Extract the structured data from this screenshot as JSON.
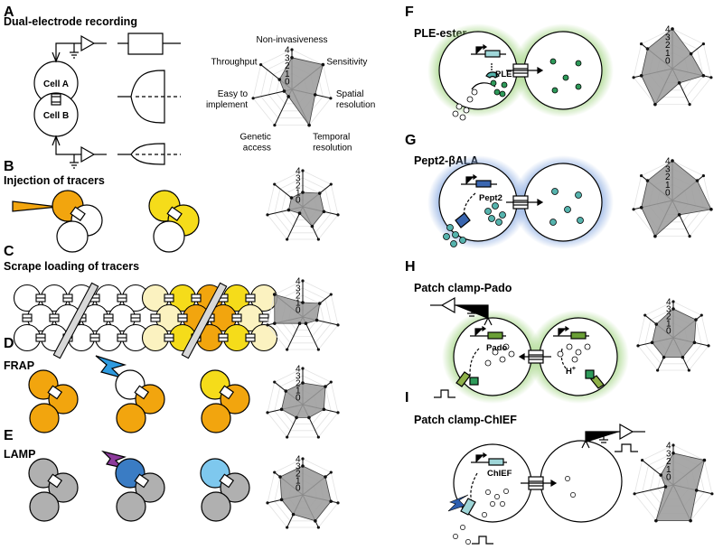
{
  "figure": {
    "panels": {
      "A": {
        "label": "A",
        "title": "Dual-electrode recording",
        "cell_a": "Cell A",
        "cell_b": "Cell B"
      },
      "B": {
        "label": "B",
        "title": "Injection of tracers"
      },
      "C": {
        "label": "C",
        "title": "Scrape loading of tracers"
      },
      "D": {
        "label": "D",
        "title": "FRAP"
      },
      "E": {
        "label": "E",
        "title": "LAMP"
      },
      "F": {
        "label": "F",
        "title": "PLE-ester",
        "protein": "PLE"
      },
      "G": {
        "label": "G",
        "title": "Pept2-βALA",
        "protein": "Pept2"
      },
      "H": {
        "label": "H",
        "title": "Patch clamp-Pado",
        "protein": "Pado",
        "ion": "H",
        "ion_sup": "+"
      },
      "I": {
        "label": "I",
        "title": "Patch clamp-ChIEF",
        "protein": "ChIEF"
      }
    },
    "colors": {
      "orange": "#f2a50e",
      "yellow": "#f5dc1a",
      "pale_yellow": "#fbf2c0",
      "gray_cell": "#b0b0b0",
      "blue_cell": "#3a7cc4",
      "light_blue_cell": "#7ec8ee",
      "flash_blue": "#2e9be0",
      "flash_purple": "#8c3a9b",
      "green_glow": "#9dd27c",
      "blue_glow": "#86a8e0",
      "teal_dot": "#55b3ad",
      "green_dot": "#2e9a5a",
      "radar_fill": "#9c9c9c"
    }
  },
  "chart_data": [
    {
      "panel": "A",
      "type": "radar",
      "axes": [
        "Non-invasiveness",
        "Sensitivity",
        "Spatial resolution",
        "Temporal resolution",
        "Genetic access",
        "Easy to implement",
        "Throughput"
      ],
      "axis_label_lines": [
        [
          "Non-invasiveness"
        ],
        [
          "Sensitivity"
        ],
        [
          "Spatial",
          "resolution"
        ],
        [
          "Temporal",
          "resolution"
        ],
        [
          "Genetic",
          "access"
        ],
        [
          "Easy to",
          "implement"
        ],
        [
          "Throughput"
        ]
      ],
      "ticks": [
        0,
        1,
        2,
        3,
        4
      ],
      "range": [
        -1,
        4
      ],
      "values": [
        3,
        4,
        2,
        4,
        0,
        0,
        1
      ]
    },
    {
      "panel": "B",
      "type": "radar",
      "axes": [
        "Non-invasiveness",
        "Sensitivity",
        "Spatial resolution",
        "Temporal resolution",
        "Genetic access",
        "Easy to implement",
        "Throughput"
      ],
      "ticks": [
        0,
        1,
        2,
        3,
        4
      ],
      "range": [
        -1,
        4
      ],
      "values": [
        1,
        2,
        2,
        2,
        0,
        1,
        1
      ]
    },
    {
      "panel": "C",
      "type": "radar",
      "axes": [
        "Non-invasiveness",
        "Sensitivity",
        "Spatial resolution",
        "Temporal resolution",
        "Genetic access",
        "Easy to implement",
        "Throughput"
      ],
      "ticks": [
        0,
        1,
        2,
        3,
        4
      ],
      "range": [
        -1,
        4
      ],
      "values": [
        1,
        2,
        1,
        0,
        0,
        3,
        4
      ]
    },
    {
      "panel": "D",
      "type": "radar",
      "axes": [
        "Non-invasiveness",
        "Sensitivity",
        "Spatial resolution",
        "Temporal resolution",
        "Genetic access",
        "Easy to implement",
        "Throughput"
      ],
      "ticks": [
        0,
        1,
        2,
        3,
        4
      ],
      "range": [
        -1,
        4
      ],
      "values": [
        2,
        3,
        2,
        1,
        1,
        2,
        2
      ]
    },
    {
      "panel": "E",
      "type": "radar",
      "axes": [
        "Non-invasiveness",
        "Sensitivity",
        "Spatial resolution",
        "Temporal resolution",
        "Genetic access",
        "Easy to implement",
        "Throughput"
      ],
      "ticks": [
        0,
        1,
        2,
        3,
        4
      ],
      "range": [
        -1,
        4
      ],
      "values": [
        3,
        3,
        3,
        3,
        2,
        2,
        3
      ]
    },
    {
      "panel": "F",
      "type": "radar",
      "axes": [
        "Non-invasiveness",
        "Sensitivity",
        "Spatial resolution",
        "Temporal resolution",
        "Genetic access",
        "Easy to implement",
        "Throughput"
      ],
      "ticks": [
        0,
        1,
        2,
        3,
        4
      ],
      "range": [
        -1,
        4
      ],
      "values": [
        4,
        2,
        3,
        1,
        4,
        3,
        3
      ]
    },
    {
      "panel": "G",
      "type": "radar",
      "axes": [
        "Non-invasiveness",
        "Sensitivity",
        "Spatial resolution",
        "Temporal resolution",
        "Genetic access",
        "Easy to implement",
        "Throughput"
      ],
      "ticks": [
        0,
        1,
        2,
        3,
        4
      ],
      "range": [
        -1,
        4
      ],
      "values": [
        4,
        3,
        4,
        1,
        4,
        3,
        3
      ]
    },
    {
      "panel": "H",
      "type": "radar",
      "axes": [
        "Non-invasiveness",
        "Sensitivity",
        "Spatial resolution",
        "Temporal resolution",
        "Genetic access",
        "Easy to implement",
        "Throughput"
      ],
      "ticks": [
        0,
        1,
        2,
        3,
        4
      ],
      "range": [
        -1,
        4
      ],
      "values": [
        3,
        3,
        2,
        2,
        2,
        2,
        2
      ]
    },
    {
      "panel": "I",
      "type": "radar",
      "axes": [
        "Non-invasiveness",
        "Sensitivity",
        "Spatial resolution",
        "Temporal resolution",
        "Genetic access",
        "Easy to implement",
        "Throughput"
      ],
      "ticks": [
        0,
        1,
        2,
        3,
        4
      ],
      "range": [
        -1,
        4
      ],
      "values": [
        3,
        4,
        2,
        4,
        4,
        0,
        1
      ]
    }
  ]
}
